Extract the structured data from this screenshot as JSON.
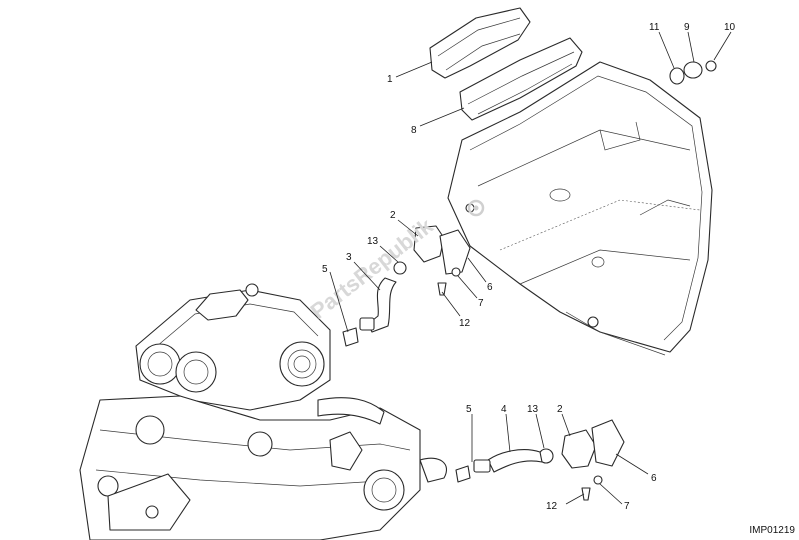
{
  "diagram": {
    "watermark": "PartsRepublik",
    "drawing_code": "IMP01219",
    "callouts": {
      "c1": "1",
      "c8": "8",
      "c11": "11",
      "c9": "9",
      "c10": "10",
      "c2a": "2",
      "c13a": "13",
      "c3": "3",
      "c5a": "5",
      "c6a": "6",
      "c7a": "7",
      "c12a": "12",
      "c5b": "5",
      "c4": "4",
      "c13b": "13",
      "c2b": "2",
      "c6b": "6",
      "c7b": "7",
      "c12b": "12"
    }
  }
}
